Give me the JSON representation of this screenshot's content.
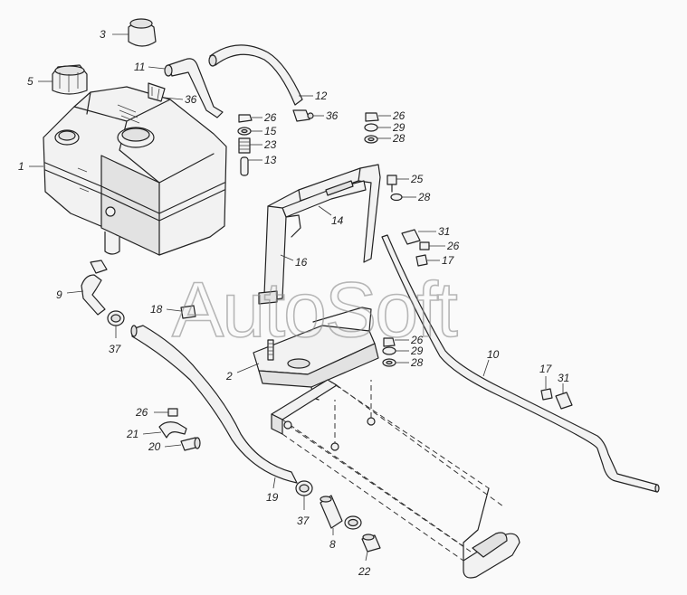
{
  "watermark": "AutoSoft",
  "callouts": [
    {
      "id": "c3",
      "text": "3"
    },
    {
      "id": "c5",
      "text": "5"
    },
    {
      "id": "c1",
      "text": "1"
    },
    {
      "id": "c11",
      "text": "11"
    },
    {
      "id": "c12",
      "text": "12"
    },
    {
      "id": "c36a",
      "text": "36"
    },
    {
      "id": "c36b",
      "text": "36"
    },
    {
      "id": "c26a",
      "text": "26"
    },
    {
      "id": "c15",
      "text": "15"
    },
    {
      "id": "c23",
      "text": "23"
    },
    {
      "id": "c13",
      "text": "13"
    },
    {
      "id": "c26b",
      "text": "26"
    },
    {
      "id": "c29a",
      "text": "29"
    },
    {
      "id": "c28a",
      "text": "28"
    },
    {
      "id": "c25",
      "text": "25"
    },
    {
      "id": "c28b",
      "text": "28"
    },
    {
      "id": "c14",
      "text": "14"
    },
    {
      "id": "c31a",
      "text": "31"
    },
    {
      "id": "c26c",
      "text": "26"
    },
    {
      "id": "c17a",
      "text": "17"
    },
    {
      "id": "c16",
      "text": "16"
    },
    {
      "id": "c9",
      "text": "9"
    },
    {
      "id": "c18",
      "text": "18"
    },
    {
      "id": "c37a",
      "text": "37"
    },
    {
      "id": "c26d",
      "text": "26"
    },
    {
      "id": "c29b",
      "text": "29"
    },
    {
      "id": "c28c",
      "text": "28"
    },
    {
      "id": "c10",
      "text": "10"
    },
    {
      "id": "c2",
      "text": "2"
    },
    {
      "id": "c17b",
      "text": "17"
    },
    {
      "id": "c31b",
      "text": "31"
    },
    {
      "id": "c26e",
      "text": "26"
    },
    {
      "id": "c21",
      "text": "21"
    },
    {
      "id": "c20",
      "text": "20"
    },
    {
      "id": "c19",
      "text": "19"
    },
    {
      "id": "c37b",
      "text": "37"
    },
    {
      "id": "c8",
      "text": "8"
    },
    {
      "id": "c22",
      "text": "22"
    }
  ]
}
